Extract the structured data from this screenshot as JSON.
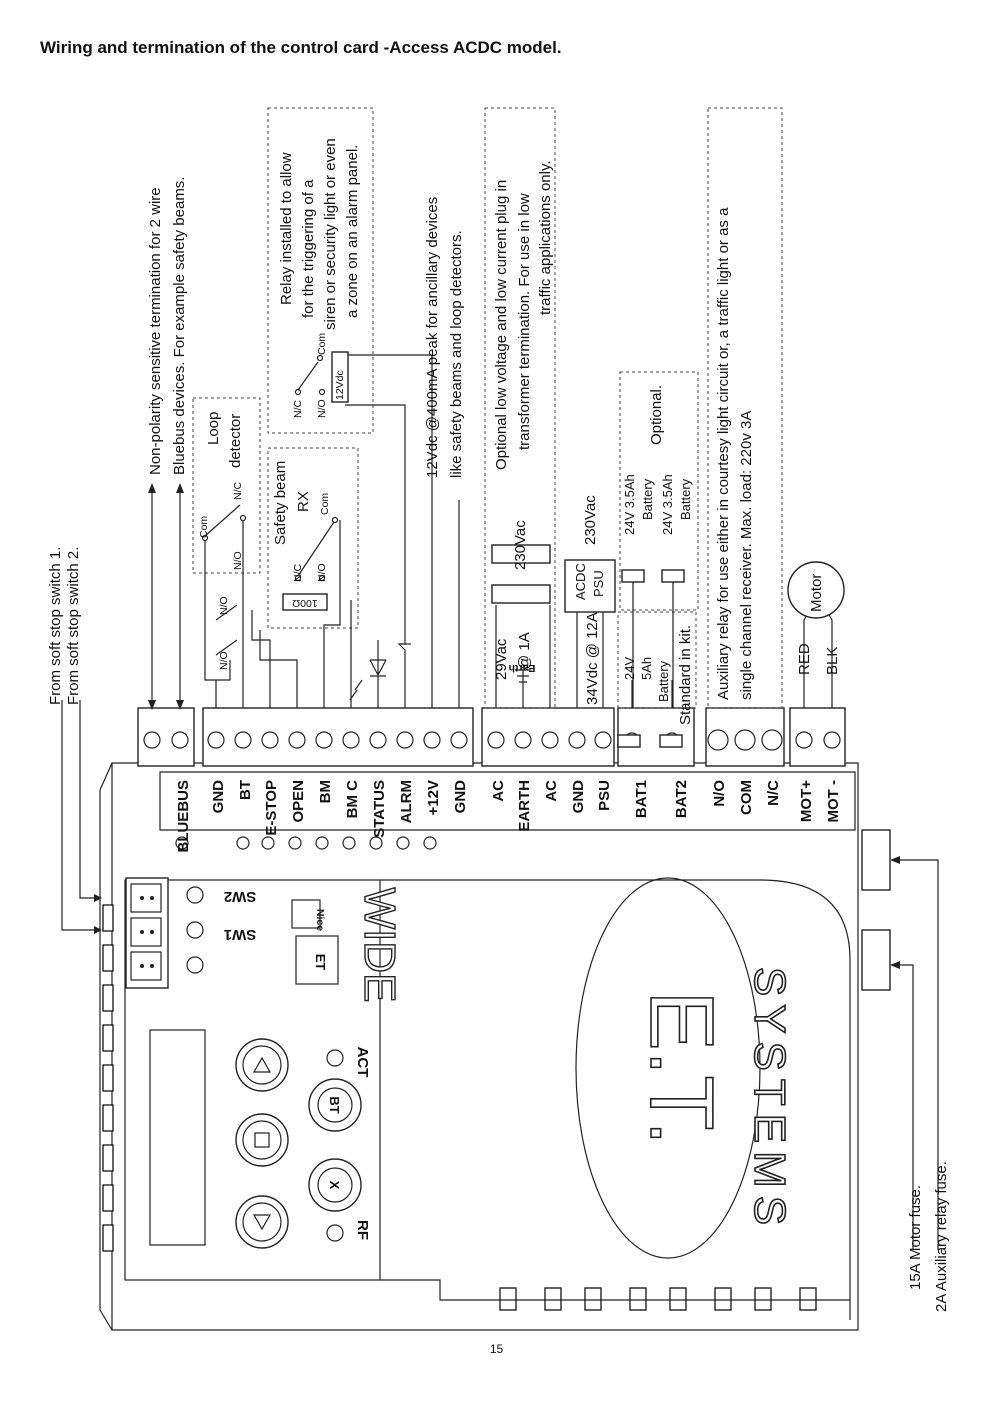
{
  "title": "Wiring and termination of the control card -Access ACDC model.",
  "page_number": "15",
  "side_notes": {
    "soft_stop_1": "From soft stop switch 1.",
    "soft_stop_2": "From soft stop switch 2.",
    "motor_fuse": "15A Motor fuse.",
    "aux_fuse": "2A Auxiliary relay fuse."
  },
  "annotations": {
    "bluebus_1": "Non-polarity sensitive termination for 2 wire",
    "bluebus_2": "Bluebus devices. For example safety beams.",
    "relay_1": "Relay installed to allow",
    "relay_2": "for the triggering of a",
    "relay_3": "siren or security light or even",
    "relay_4": "a zone on an alarm panel.",
    "power_1": "12Vdc @400mA peak for ancillary devices",
    "power_2": "like safety beams and loop detectors.",
    "transformer_1": "Optional low voltage and low current plug in",
    "transformer_2": "transformer termination. For use in low",
    "transformer_3": "traffic applications only.",
    "optional": "Optional.",
    "standard": "Standard in kit.",
    "aux_1": "Auxiliary relay for use either in courtesy light circuit or, a traffic light or as a",
    "aux_2": "single channel receiver. Max. load: 220v 3A"
  },
  "components": {
    "loop_1": "Loop",
    "loop_2": "detector",
    "beam_1": "Safety beam",
    "beam_2": "RX",
    "nc": "N/C",
    "no": "N/O",
    "com": "Com",
    "coil_12vdc": "12Vdc",
    "resistor": "100Ω",
    "earth": "Earth",
    "v29_1": "29Vac",
    "v29_2": "@ 1A",
    "v230_a": "230Vac",
    "v230_b": "230Vac",
    "psu_1": "ACDC",
    "psu_2": "PSU",
    "v34": "34Vdc @ 12A",
    "bat1_1": "24V",
    "bat1_2": "5Ah",
    "bat1_3": "Battery",
    "bat2_1": "24V 3.5Ah",
    "bat2_2": "Battery",
    "bat3_1": "24V 3.5Ah",
    "bat3_2": "Battery",
    "red": "RED",
    "blk": "BLK",
    "motor": "Motor"
  },
  "terminals": [
    "BLUEBUS",
    "GND",
    "BT",
    "E-STOP",
    "OPEN",
    "BM",
    "BM C",
    "STATUS",
    "ALRM",
    "+12V",
    "GND",
    "AC",
    "EARTH",
    "AC",
    "GND",
    "PSU",
    "BAT1",
    "BAT2",
    "N/O",
    "COM",
    "N/C",
    "MOT+",
    "MOT -"
  ],
  "board": {
    "sw1": "SW1",
    "sw2": "SW2",
    "act": "ACT",
    "rf": "RF",
    "wide": "WIDE",
    "nice": "Nice",
    "et": "ET",
    "bt_btn": "BT",
    "x_btn": "X",
    "brand_main": "E.T.",
    "brand_sub": "SYSTEMS"
  }
}
